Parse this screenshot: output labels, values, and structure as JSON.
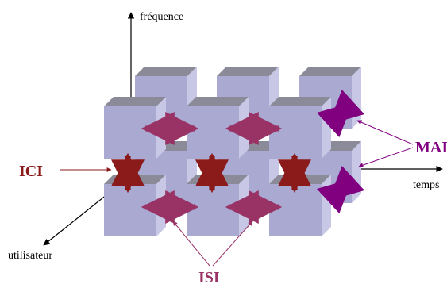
{
  "axes": {
    "frequency_label": "fréquence",
    "time_label": "temps",
    "user_label": "utilisateur"
  },
  "labels": {
    "ici": "ICI",
    "isi": "ISI",
    "mai": "MAI"
  },
  "colors": {
    "cube_front": "#a9a9d2",
    "cube_top": "#8a8a98",
    "cube_side": "#c8c8e6",
    "ici_arrow": "#800000",
    "isi_arrow": "#993366",
    "mai_arrow": "#7f1f8f",
    "ici_text": "#8b1a1a",
    "isi_text": "#993366",
    "mai_text": "#800080"
  }
}
